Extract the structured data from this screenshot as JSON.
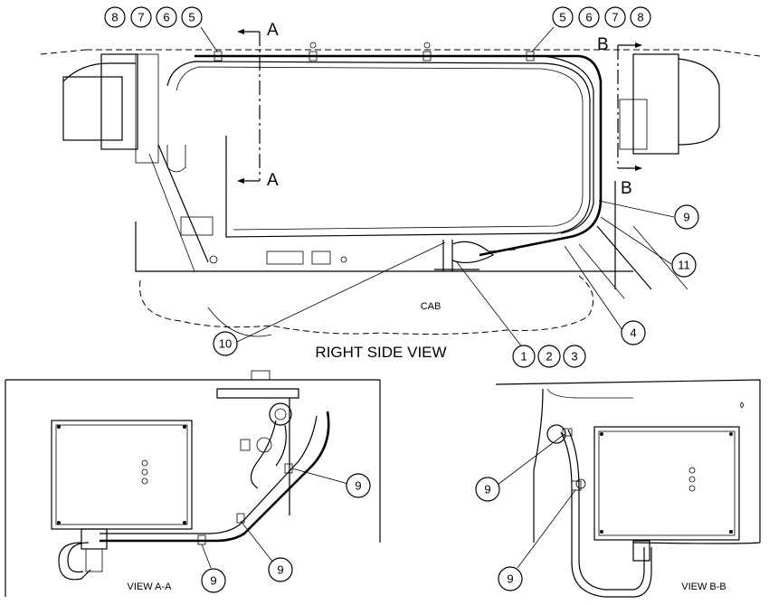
{
  "titles": {
    "main_view": "RIGHT SIDE VIEW",
    "view_aa": "VIEW A-A",
    "view_bb": "VIEW B-B",
    "cab": "CAB"
  },
  "section_markers": {
    "a_top": "A",
    "a_bottom": "A",
    "b_top": "B",
    "b_bottom": "B"
  },
  "callouts": {
    "top_left": [
      "8",
      "7",
      "6",
      "5"
    ],
    "top_right": [
      "5",
      "6",
      "7",
      "8"
    ],
    "clip_right": "9",
    "hose_right": "11",
    "clamp_right": "4",
    "bracket_left": "10",
    "bracket_group": [
      "1",
      "2",
      "3"
    ],
    "aa_clip_upper": "9",
    "aa_clip_middle": "9",
    "aa_clip_lower": "9",
    "bb_clip_upper": "9",
    "bb_clip_lower": "9"
  }
}
